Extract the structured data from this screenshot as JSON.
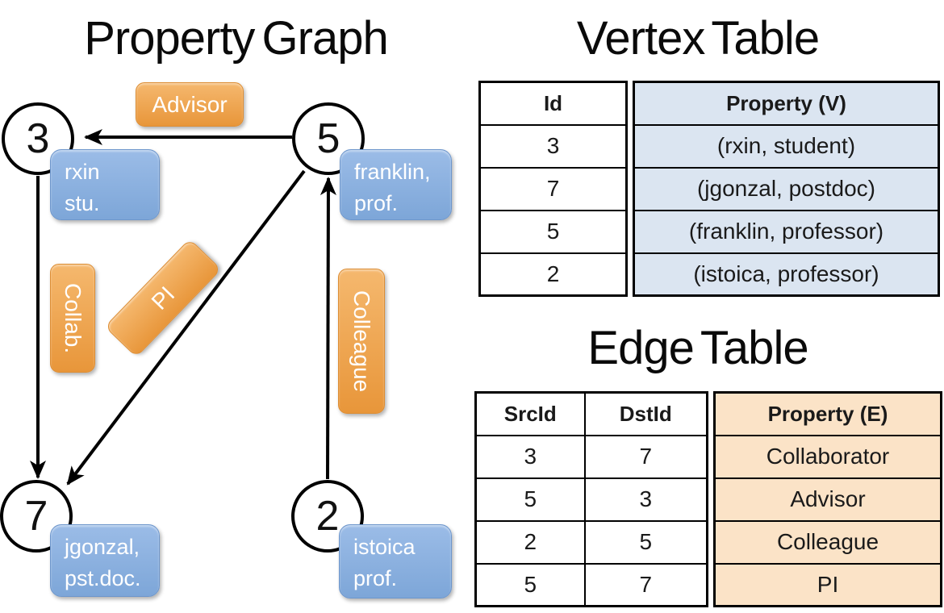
{
  "graph": {
    "title": "Property Graph",
    "nodes": [
      {
        "id": "3",
        "label_line1": "rxin",
        "label_line2": "stu."
      },
      {
        "id": "5",
        "label_line1": "franklin,",
        "label_line2": "prof."
      },
      {
        "id": "7",
        "label_line1": "jgonzal,",
        "label_line2": "pst.doc."
      },
      {
        "id": "2",
        "label_line1": "istoica",
        "label_line2": "prof."
      }
    ],
    "edge_labels": {
      "advisor": "Advisor",
      "collab": "Collab.",
      "pi": "PI",
      "colleague": "Colleague"
    }
  },
  "vertex_table": {
    "title": "Vertex Table",
    "headers": {
      "id": "Id",
      "property": "Property (V)"
    },
    "rows": [
      {
        "id": "3",
        "property": "(rxin, student)"
      },
      {
        "id": "7",
        "property": "(jgonzal, postdoc)"
      },
      {
        "id": "5",
        "property": "(franklin, professor)"
      },
      {
        "id": "2",
        "property": "(istoica, professor)"
      }
    ]
  },
  "edge_table": {
    "title": "Edge Table",
    "headers": {
      "src": "SrcId",
      "dst": "DstId",
      "property": "Property (E)"
    },
    "rows": [
      {
        "src": "3",
        "dst": "7",
        "property": "Collaborator"
      },
      {
        "src": "5",
        "dst": "3",
        "property": "Advisor"
      },
      {
        "src": "2",
        "dst": "5",
        "property": "Colleague"
      },
      {
        "src": "5",
        "dst": "7",
        "property": "PI"
      }
    ]
  },
  "colors": {
    "orange-light": "#f5b86e",
    "orange-dark": "#e8963a",
    "orange-border": "#dd8d33",
    "blue-light": "#9bbce7",
    "blue-dark": "#7da6d8",
    "blue-border": "#6d96cc",
    "vertex-fill": "#dbe5f1",
    "edge-fill": "#fbe3c7",
    "line-color": "#000000",
    "text-dark": "#1a1a1a"
  }
}
